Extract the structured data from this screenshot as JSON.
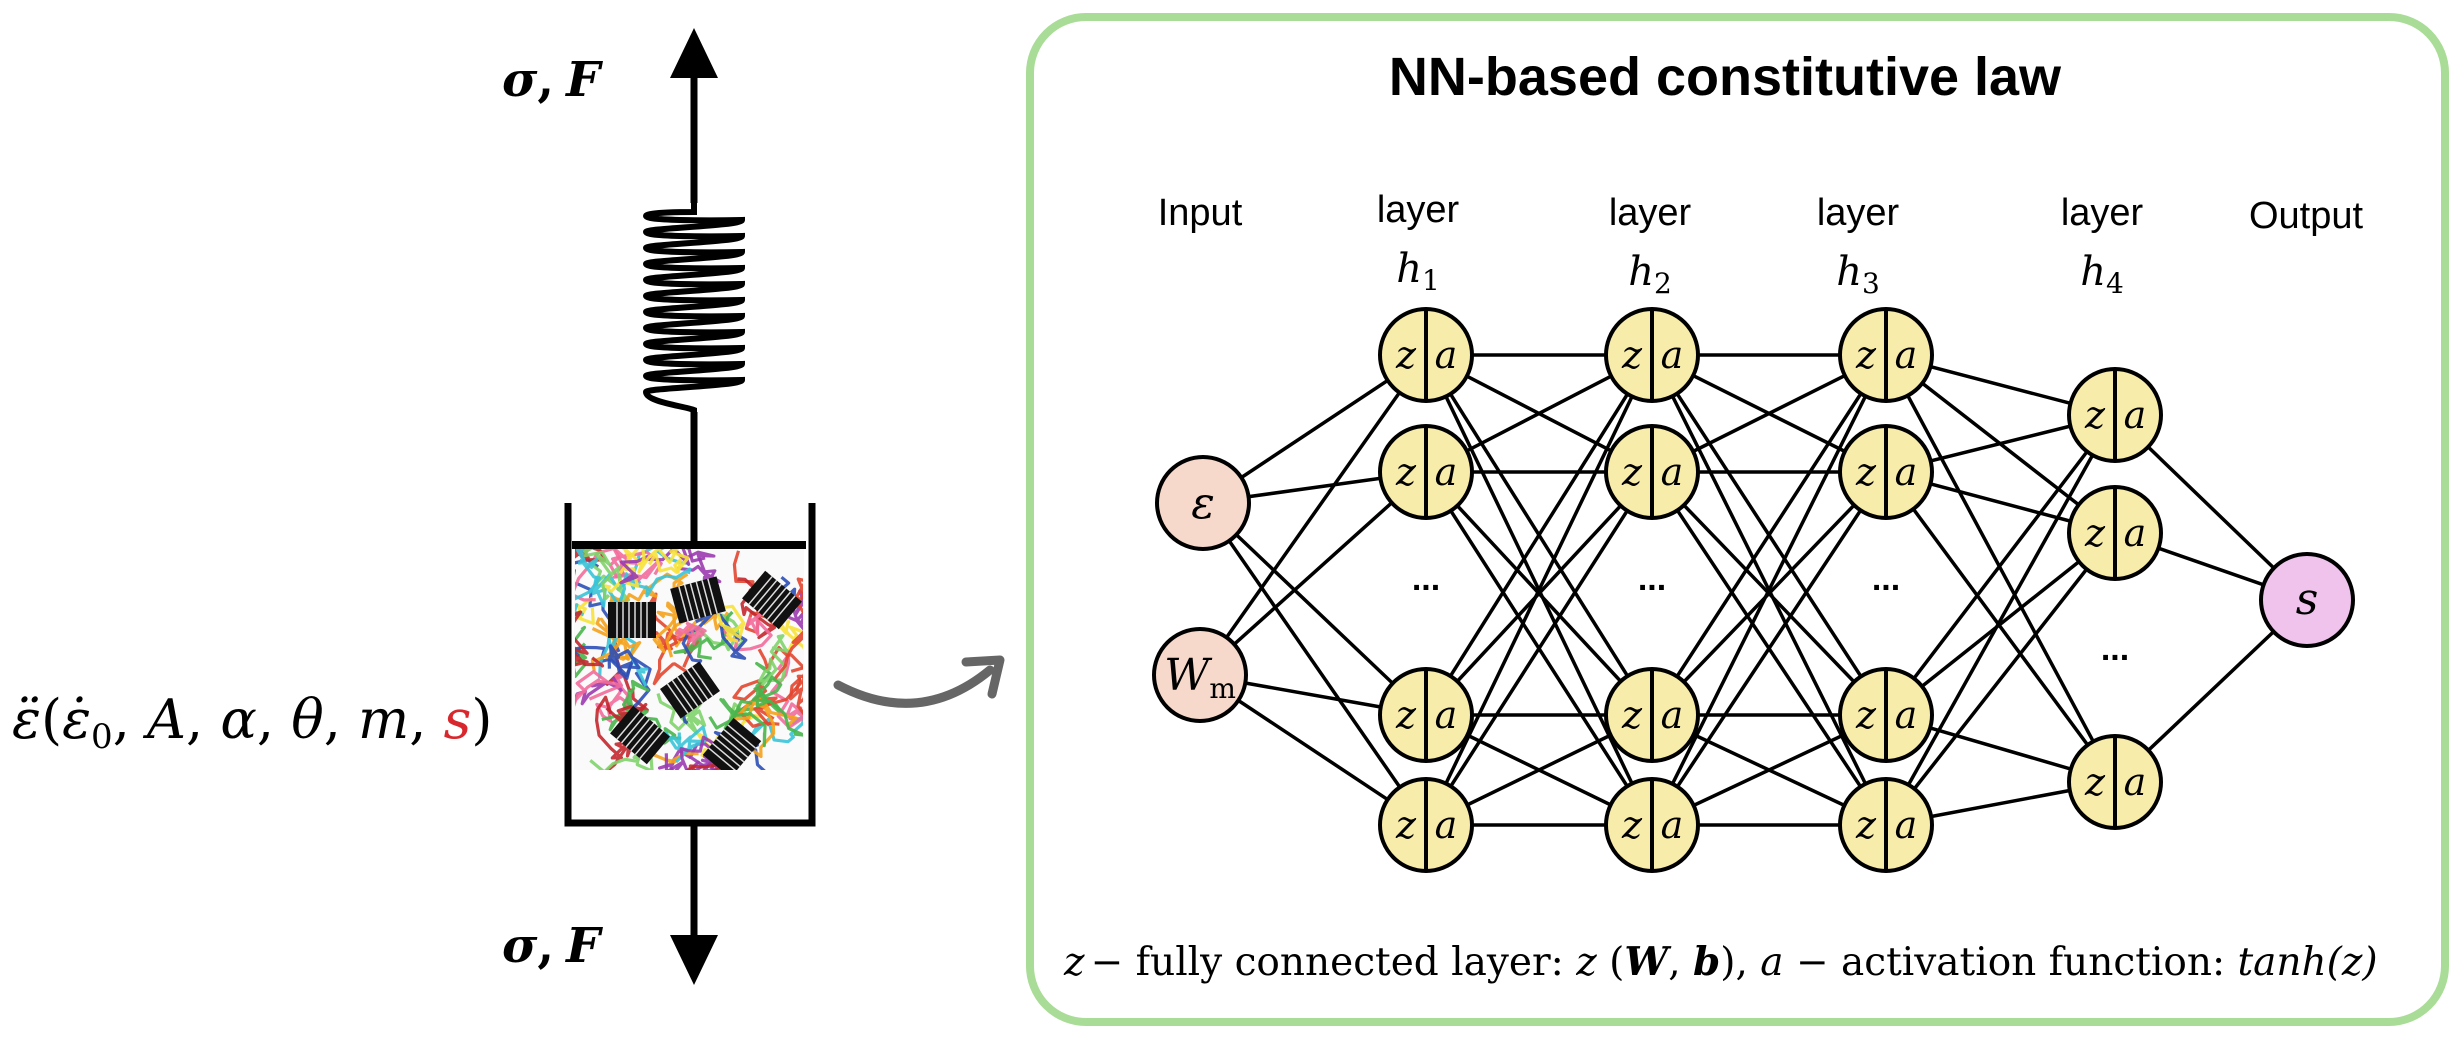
{
  "left": {
    "top_label": {
      "sigma": "σ",
      "comma": ",",
      "F": "F"
    },
    "bottom_label": {
      "sigma": "σ",
      "comma": ",",
      "F": "F"
    },
    "strain_rate": {
      "symbol": "ε̈",
      "open": "(",
      "args": [
        "ε̇",
        "A",
        "α",
        "θ",
        "m"
      ],
      "arg0_subscript": "0",
      "highlight": "s",
      "close": ")"
    },
    "colors": {
      "highlight": "#d8282d",
      "line": "#000000"
    },
    "dashpot_fill": "polymer-chains-with-crystal-lamellae"
  },
  "arrow": {
    "color": "#666666"
  },
  "panel": {
    "title": "NN-based constitutive law",
    "border_color": "#a9dc96",
    "input_header": "Input",
    "output_header": "Output",
    "layers": [
      {
        "word": "layer",
        "symbol": "h",
        "index": "1"
      },
      {
        "word": "layer",
        "symbol": "h",
        "index": "2"
      },
      {
        "word": "layer",
        "symbol": "h",
        "index": "3"
      },
      {
        "word": "layer",
        "symbol": "h",
        "index": "4"
      }
    ],
    "inputs": [
      {
        "label": "ε",
        "subscript": ""
      },
      {
        "label": "W",
        "subscript": "m"
      }
    ],
    "output": {
      "label": "s"
    },
    "node_z": "z",
    "node_a": "a",
    "ellipsis": "...",
    "colors": {
      "input_node": "#f7d9cb",
      "hidden_node": "#f8ecaa",
      "output_node": "#efc3ec",
      "stroke": "#000000"
    },
    "caption": {
      "z": "z",
      "dash1": "− fully connected layer:  ",
      "z2": "z",
      "paren_open": " (",
      "W": "W",
      "comma1": ", ",
      "b": "b",
      "paren_close": "), ",
      "a": "a",
      "dash2": " − activation function: ",
      "tanh": "tanh",
      "tanh_arg": "(z)"
    }
  }
}
